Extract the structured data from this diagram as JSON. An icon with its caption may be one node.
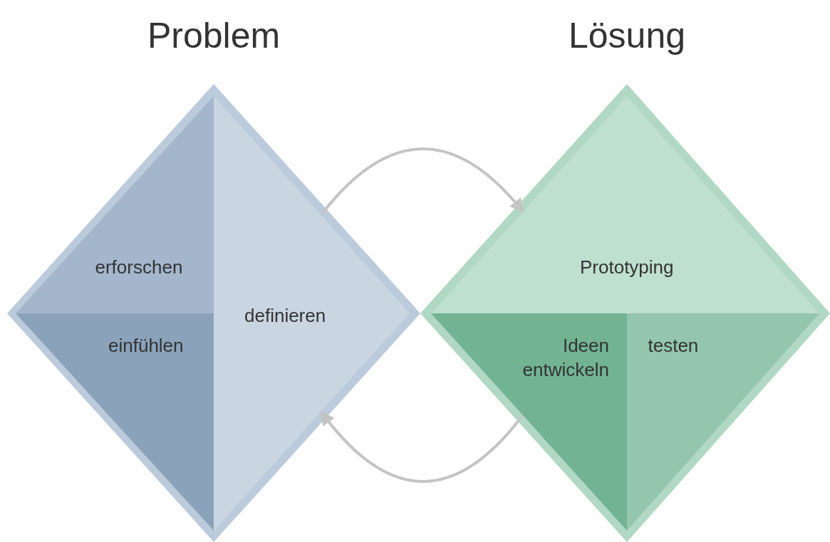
{
  "diagram": {
    "nodes": [
      {
        "text": [
          "Problem"
        ]
      },
      {
        "text": [
          "erforschen"
        ],
        "in": 0
      },
      {
        "text": [
          "einfühlen"
        ],
        "in": 0
      },
      {
        "text": [
          "definieren"
        ],
        "in": 0
      },
      {
        "text": [
          "Lösung"
        ]
      },
      {
        "text": [
          "Prototyping"
        ],
        "in": 4
      },
      {
        "text": [
          "Ideen entwickeln"
        ],
        "in": 4
      },
      {
        "text": [
          "testen"
        ],
        "in": 4
      }
    ],
    "edges": [
      {
        "from": 3,
        "to": 5,
        "arrow": "to"
      },
      {
        "from": 6,
        "to": 3,
        "arrow": "to"
      }
    ]
  }
}
